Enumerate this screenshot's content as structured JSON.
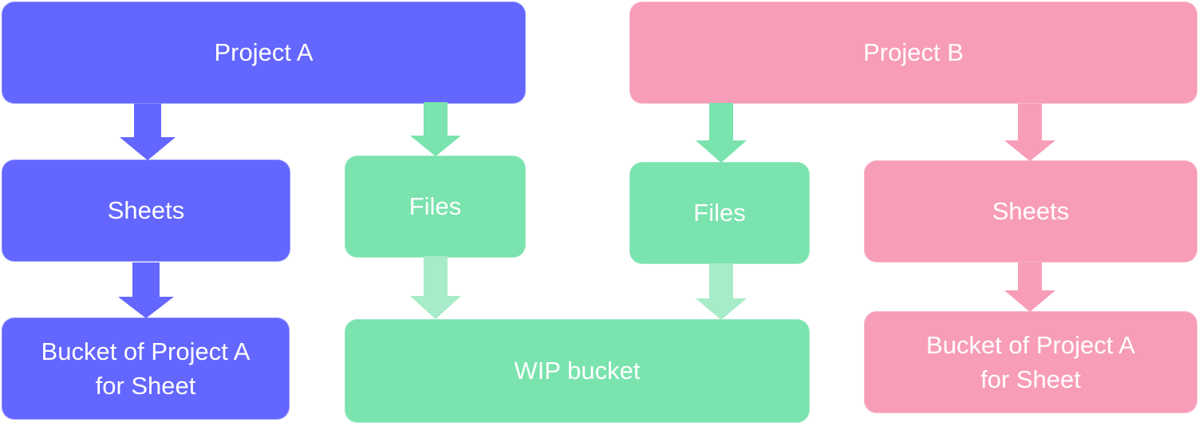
{
  "colors": {
    "project_a": "#6366ff",
    "shared": "#7ae3ae",
    "shared_light": "#a8ebc8",
    "project_b": "#f79db8"
  },
  "project_a": {
    "title": "Project A",
    "sheets": "Sheets",
    "bucket_line1": "Bucket of Project A",
    "bucket_line2": "for Sheet"
  },
  "project_b": {
    "title": "Project B",
    "sheets": "Sheets",
    "bucket_line1": "Bucket of Project A",
    "bucket_line2": "for Sheet"
  },
  "shared": {
    "files_a": "Files",
    "files_b": "Files",
    "wip_bucket": "WIP bucket"
  }
}
